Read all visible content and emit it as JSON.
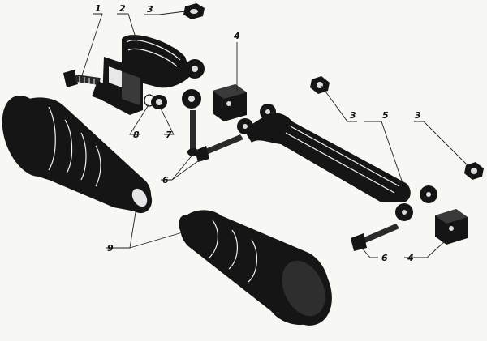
{
  "callouts": {
    "c1": "1",
    "c2": "2",
    "c3a": "3",
    "c3b": "3",
    "c3c": "3",
    "c4a": "4",
    "c4b": "4",
    "c5": "5",
    "c6a": "6",
    "c6b": "6",
    "c7": "7",
    "c8": "8",
    "c9": "9"
  },
  "colors": {
    "ink": "#151515",
    "paper": "#f7f7f4"
  }
}
